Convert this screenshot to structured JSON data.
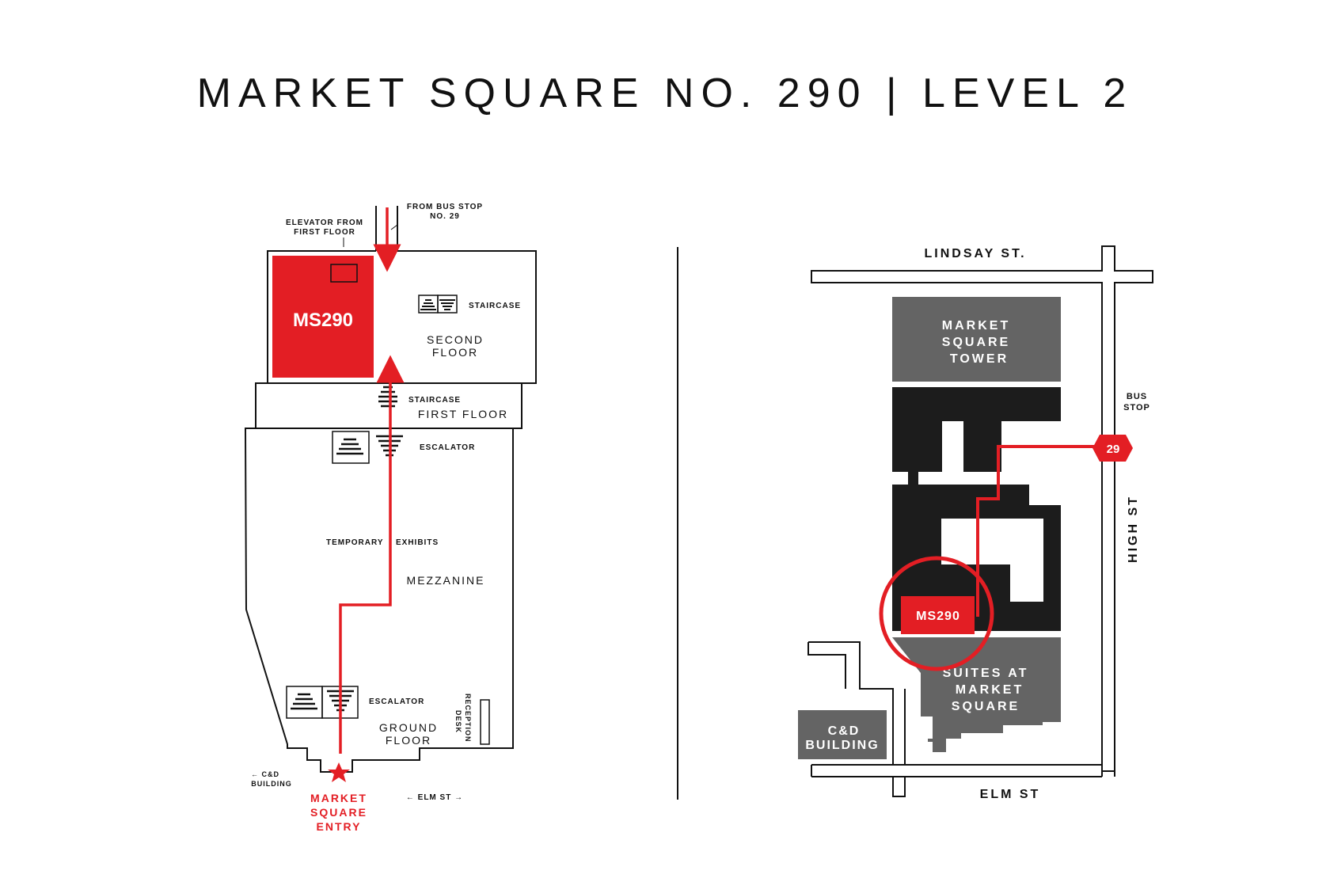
{
  "title": "MARKET SQUARE NO. 290 | LEVEL 2",
  "colors": {
    "accent": "#e31e24",
    "building_dark": "#1c1c1c",
    "building_gray": "#646464",
    "line": "#111111"
  },
  "floor_plan": {
    "elevator_label": [
      "ELEVATOR FROM",
      "FIRST FLOOR"
    ],
    "bus_label": [
      "FROM BUS STOP",
      "NO. 29"
    ],
    "ms290": "MS290",
    "staircase_top": "STAIRCASE",
    "second_floor": [
      "SECOND",
      "FLOOR"
    ],
    "staircase_first": "STAIRCASE",
    "first_floor": "FIRST FLOOR",
    "escalator_top": "ESCALATOR",
    "temporary": "TEMPORARY",
    "exhibits": "EXHIBITS",
    "mezzanine": "MEZZANINE",
    "escalator_bottom": "ESCALATOR",
    "ground_floor": [
      "GROUND",
      "FLOOR"
    ],
    "reception": [
      "RECEPTION",
      "DESK"
    ],
    "cd_building": [
      "← C&D",
      "BUILDING"
    ],
    "entry": [
      "MARKET",
      "SQUARE",
      "ENTRY"
    ],
    "elm_st": "← ELM ST →"
  },
  "site_map": {
    "lindsay": "LINDSAY ST.",
    "tower": [
      "MARKET",
      "SQUARE",
      "TOWER"
    ],
    "bus_stop": [
      "BUS",
      "STOP"
    ],
    "bus_number": "29",
    "high_st": "HIGH ST",
    "ms290": "MS290",
    "suites": [
      "SUITES AT",
      "MARKET",
      "SQUARE"
    ],
    "cd_building": [
      "C&D",
      "BUILDING"
    ],
    "elm_st": "ELM ST"
  }
}
